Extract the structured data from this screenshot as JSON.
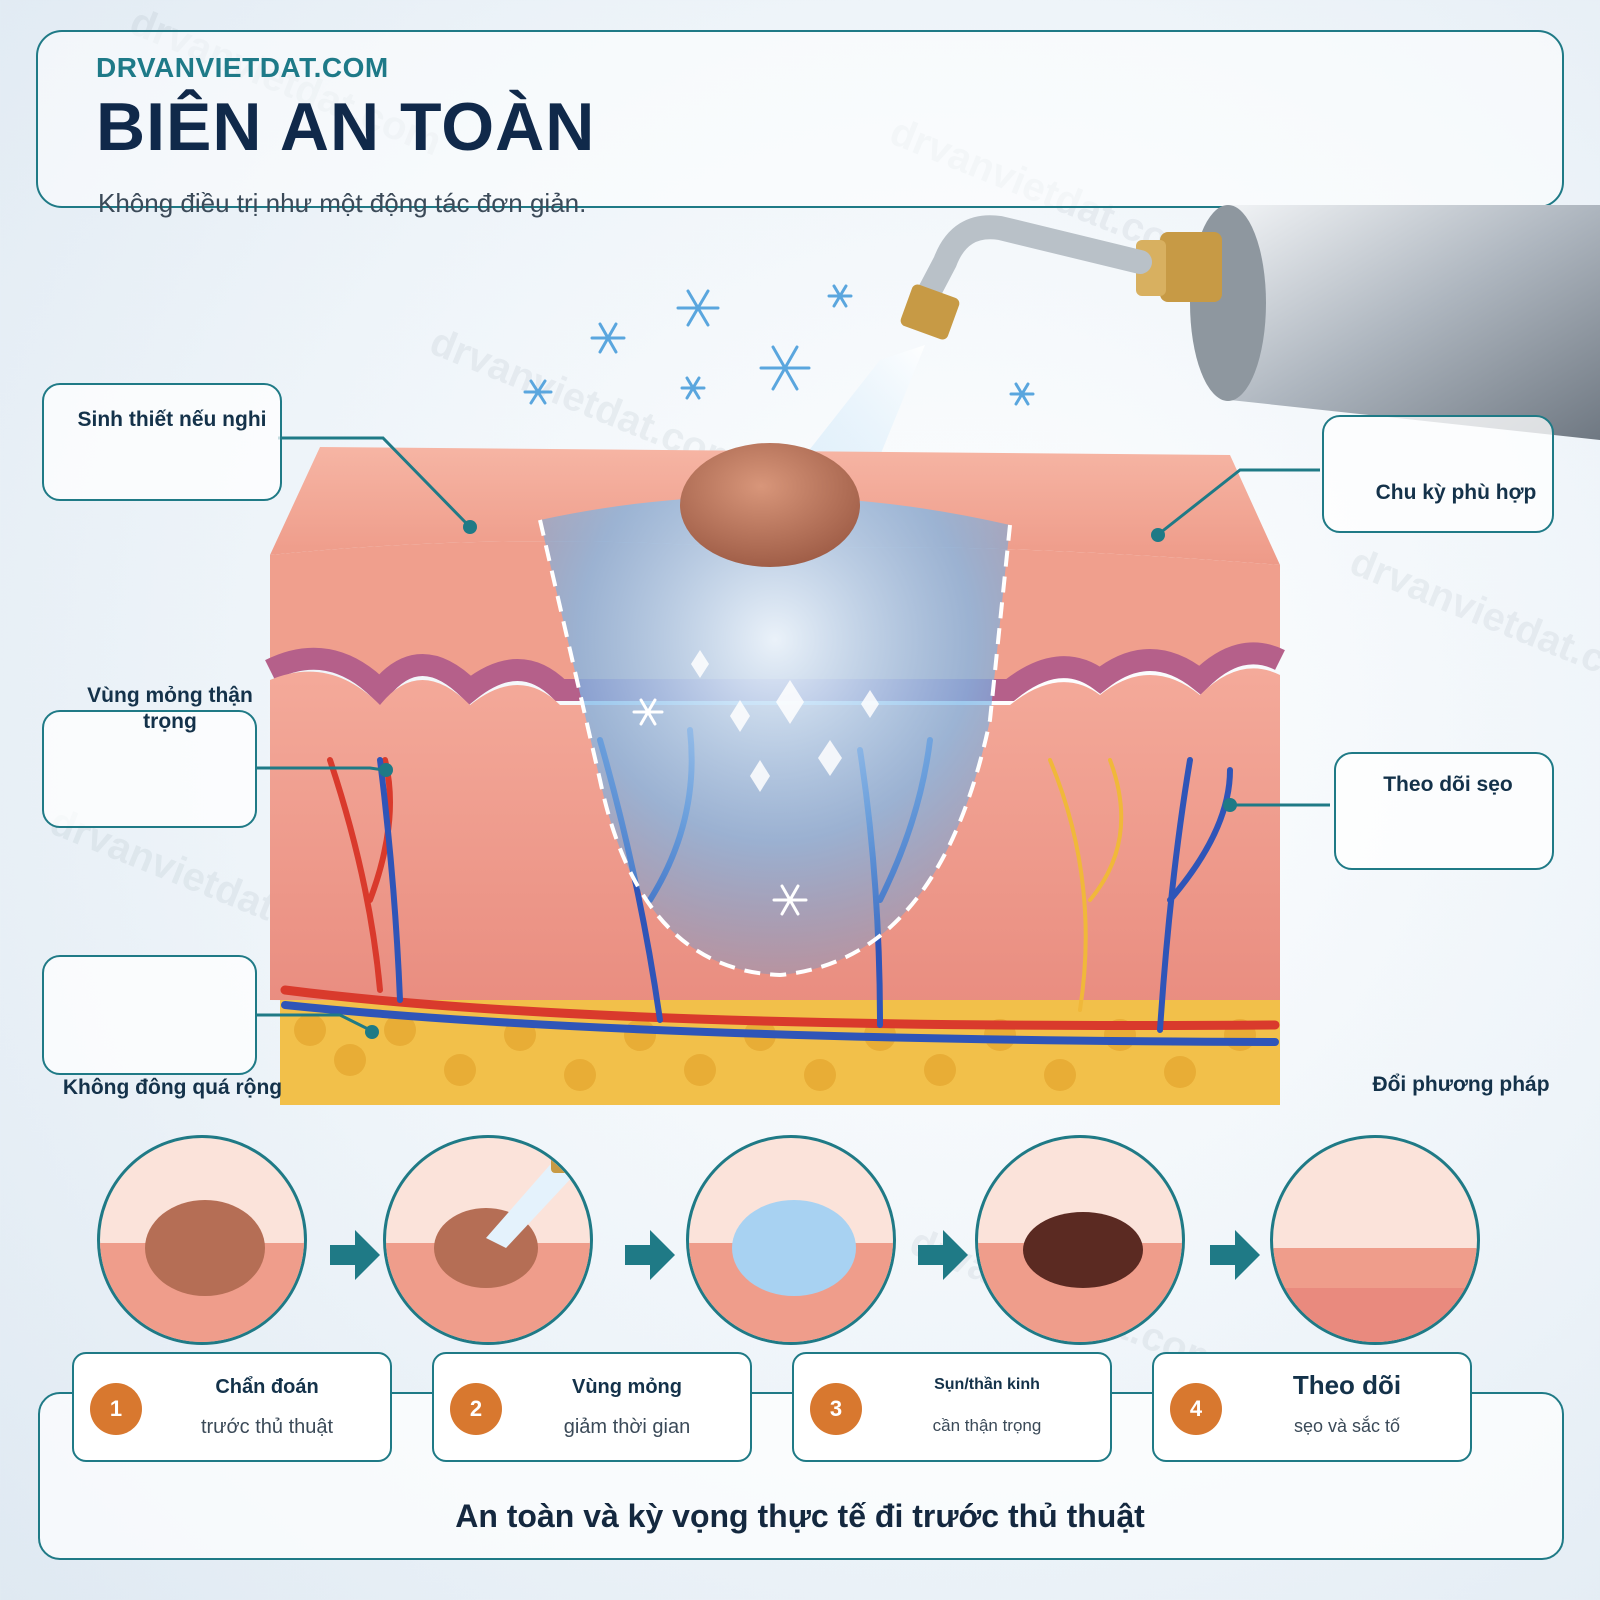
{
  "header": {
    "site": "DRVANVIETDAT.COM",
    "title": "BIÊN AN TOÀN",
    "subtitle": "Không điều trị như một động tác đơn giản."
  },
  "watermark": "drvanvietdat.com",
  "callouts": {
    "biopsy": "Sinh thiết nếu nghi",
    "thin_zone": "Vùng mỏng thận trọng",
    "no_wide_freeze": "Không đông quá rộng",
    "cycle": "Chu kỳ phù hợp",
    "scar_watch": "Theo dõi sẹo",
    "change_method": "Đổi phương pháp"
  },
  "steps": [
    {
      "number": "1",
      "title": "Chẩn đoán",
      "subtitle": "trước thủ thuật"
    },
    {
      "number": "2",
      "title": "Vùng mỏng",
      "subtitle": "giảm thời gian"
    },
    {
      "number": "3",
      "title": "Sụn/thần kinh",
      "subtitle": "cần thận trọng"
    },
    {
      "number": "4",
      "title": "Theo dõi",
      "subtitle": "sẹo và sắc tố"
    }
  ],
  "footer": "An toàn và kỳ vọng thực tế đi trước thủ thuật",
  "colors": {
    "accent": "#1f7a86",
    "title": "#10294a",
    "badge": "#d8782f",
    "skin": "#f1a090",
    "fat": "#f2c04a",
    "ice": "#8cc4ec"
  }
}
